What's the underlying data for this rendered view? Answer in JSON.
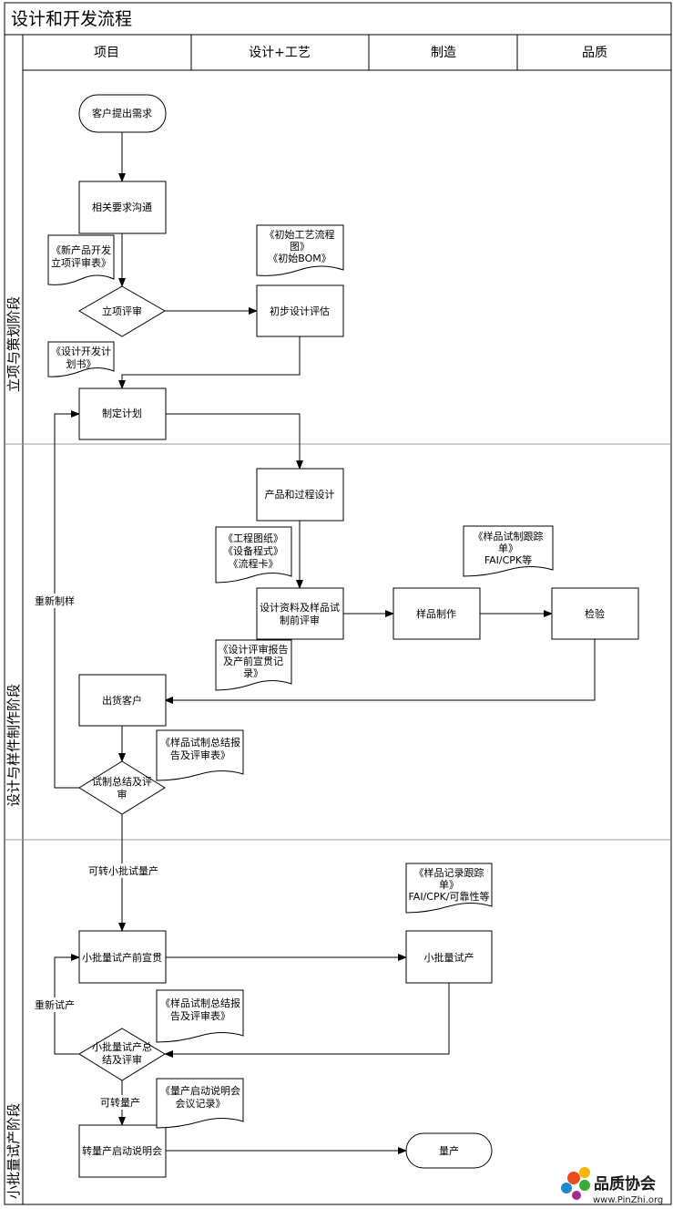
{
  "title": "设计和开发流程",
  "lanes": [
    "项目",
    "设计+工艺",
    "制造",
    "品质"
  ],
  "phases": [
    "立项与策划阶段",
    "设计与样件制作阶段",
    "小批量试产阶段"
  ],
  "nodes": {
    "customer_request": "客户提出需求",
    "communicate": "相关要求沟通",
    "project_review": "立项评审",
    "prelim_design": "初步设计评估",
    "make_plan": "制定计划",
    "product_process_design": "产品和过程设计",
    "design_review": [
      "设计资料及样品试",
      "制前评审"
    ],
    "sample_making": "样品制作",
    "inspection": "检验",
    "ship_customer": "出货客户",
    "trial_summary": [
      "试制总结及评",
      "审"
    ],
    "pre_batch": "小批量试产前宣贯",
    "small_batch": "小批量试产",
    "batch_summary": [
      "小批量试产总",
      "结及评审"
    ],
    "mass_meeting": "转量产启动说明会",
    "mass_production": "量产"
  },
  "docs": {
    "new_product_form": [
      "《新产品开发",
      "立项评审表》"
    ],
    "initial_flow": [
      "《初始工艺流程",
      "图》",
      "《初始BOM》"
    ],
    "dev_plan": [
      "《设计开发计",
      "划书》"
    ],
    "drawings": [
      "《工程图纸》",
      "《设备程式》",
      "《流程卡》"
    ],
    "sample_tracking": [
      "《样品试制跟踪",
      "单》",
      "FAI/CPK等"
    ],
    "review_report": [
      "《设计评审报告",
      "及产前宣贯记",
      "录》"
    ],
    "trial_report": [
      "《样品试制总结报",
      "告及评审表》"
    ],
    "record_tracking": [
      "《样品记录跟踪",
      "单》",
      "FAI/CPK/可靠性等"
    ],
    "batch_report": [
      "《样品试制总结报",
      "告及评审表》"
    ],
    "mass_minutes": [
      "《量产启动说明会",
      "会议记录》"
    ]
  },
  "edge_labels": {
    "remake": "重新制样",
    "to_batch": "可转小批试量产",
    "retrial": "重新试产",
    "to_mass": "可转量产"
  },
  "logo": {
    "name": "品质协会",
    "url": "www.PinZhi.org"
  }
}
